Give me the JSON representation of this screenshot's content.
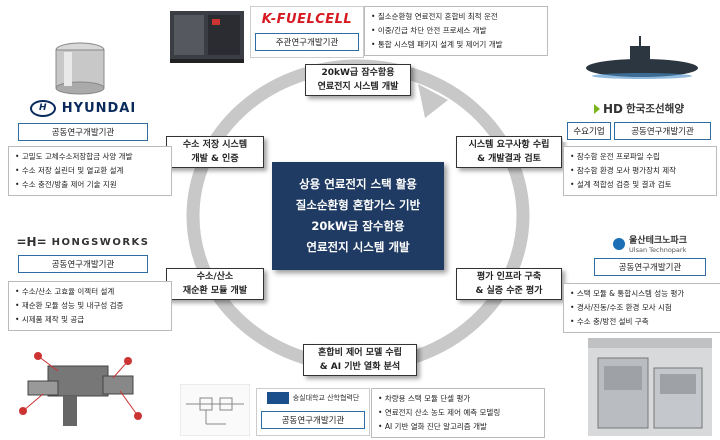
{
  "center_title": "상용 연료전지 스택 활용\n질소순환형 혼합가스 기반\n20kW급 잠수함용\n연료전지 시스템 개발",
  "cycle_nodes": {
    "top": "20kW급 잠수함용\n연료전지 시스템 개발",
    "right_upper": "시스템 요구사항 수립\n& 개발결과 검토",
    "right_lower": "평가 인프라 구축\n& 실증 수준 평가",
    "bottom": "혼합비 제어 모델 수립\n& AI 기반 열화 분석",
    "left_lower": "수소/산소\n재순환 모듈 개발",
    "left_upper": "수소 저장 시스템\n개발 & 인증"
  },
  "kfuelcell": {
    "logo": "K-FUELCELL",
    "role": "주관연구개발기관",
    "items": [
      "질소순환형 연료전지 혼합비 최적 운전",
      "이중/긴급 차단 안전 프로세스 개발",
      "통합 시스템 패키지 설계 및 제어기 개발"
    ]
  },
  "hyundai": {
    "logo": "HYUNDAI",
    "role": "공동연구개발기관",
    "items": [
      "고밀도 고체수소저장합금 사양 개발",
      "수소 저장 실린더 및 열교환 설계",
      "수소 충전/방출 제어 기술 지원"
    ]
  },
  "hongsworks": {
    "logo": "HONGSWORKS",
    "role": "공동연구개발기관",
    "items": [
      "수소/산소 고효율 이젝터 설계",
      "재순환 모듈 성능 및 내구성 검증",
      "시제품 제작 및 공급"
    ]
  },
  "hd": {
    "logo_prefix": "HD",
    "logo_main": "한국조선해양",
    "role_a": "수요기업",
    "role_b": "공동연구개발기관",
    "items": [
      "잠수함 운전 프로파일 수립",
      "잠수함 환경 모사 평가장치 제작",
      "설계 적합성 검증 및 결과 검토"
    ]
  },
  "ulsan": {
    "logo_main": "울산테크노파크",
    "logo_sub": "Ulsan Technopark",
    "role": "공동연구개발기관",
    "items": [
      "스택 모듈 & 통합시스템 성능 평가",
      "경사/진동/수조 환경 모사 시험",
      "수소 충/방전 설비 구축"
    ]
  },
  "soongsil": {
    "logo_main": "숭실대학교 산학협력단",
    "role": "공동연구개발기관",
    "items": [
      "차량용 스택 모듈 단셀 평가",
      "연료전지 산소 농도 제어 예측 모델링",
      "AI 기반 열화 진단 알고리즘 개발"
    ]
  },
  "colors": {
    "ring": "#c8c8c8",
    "center": "#1f3b63",
    "role_border": "#2e6da4",
    "hd_green": "#7ab51d",
    "hyundai_blue": "#0a2a5c",
    "kfuel_red": "#d71a21"
  }
}
